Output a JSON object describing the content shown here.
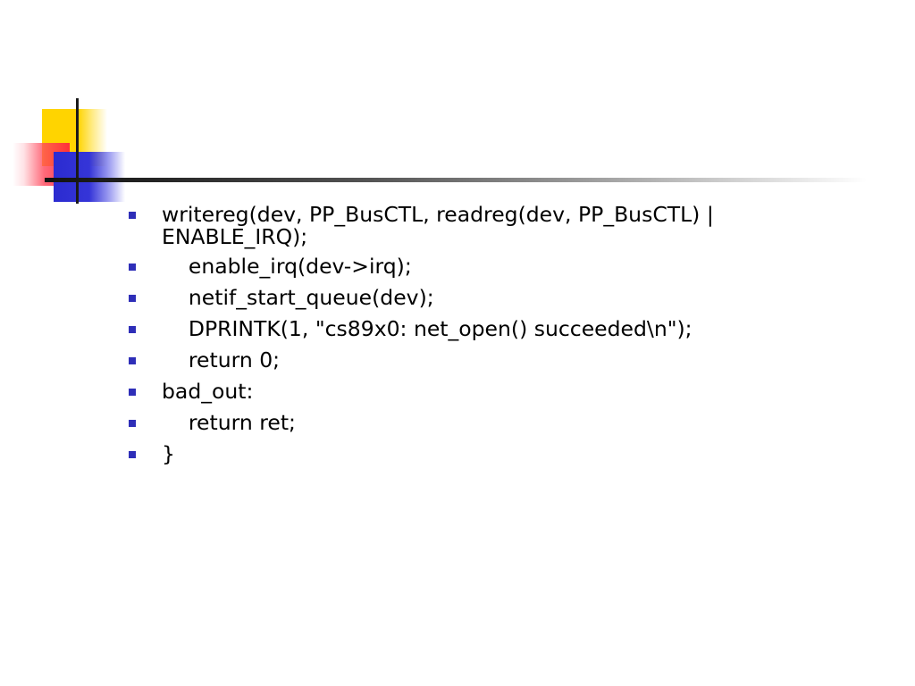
{
  "slide": {
    "accent_colors": {
      "yellow": "#ffd400",
      "red": "#ff2a3c",
      "blue": "#2b2bd0",
      "bullet": "#2e2eb8",
      "rule": "#111111"
    },
    "bullets": [
      {
        "text": "writereg(dev, PP_BusCTL, readreg(dev, PP_BusCTL) | ENABLE_IRQ);"
      },
      {
        "text": "    enable_irq(dev->irq);"
      },
      {
        "text": "    netif_start_queue(dev);"
      },
      {
        "text": "    DPRINTK(1, \"cs89x0: net_open() succeeded\\n\");"
      },
      {
        "text": "    return 0;"
      },
      {
        "text": "bad_out:"
      },
      {
        "text": "    return ret;"
      },
      {
        "text": "}"
      }
    ]
  }
}
